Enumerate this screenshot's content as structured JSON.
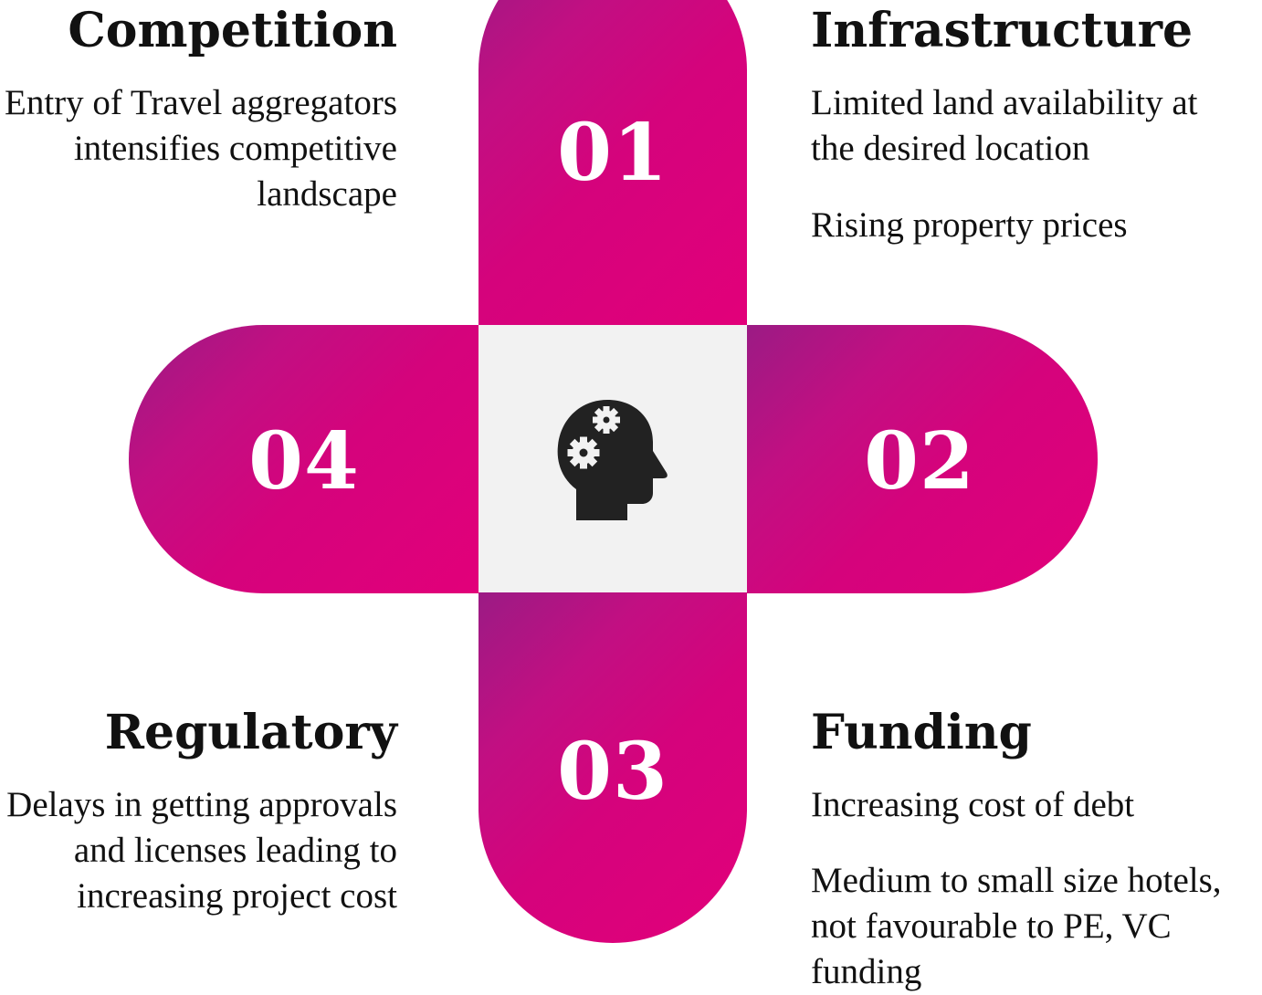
{
  "colors": {
    "accent_start": "#9b1b84",
    "accent_end": "#e2007a",
    "center_background": "#f2f2f2",
    "number_text": "#ffffff",
    "body_text": "#111111"
  },
  "center": {
    "icon": "head-with-gears-icon"
  },
  "segments": [
    {
      "number": "01",
      "position": "top"
    },
    {
      "number": "02",
      "position": "right"
    },
    {
      "number": "03",
      "position": "bottom"
    },
    {
      "number": "04",
      "position": "left"
    }
  ],
  "competition": {
    "title": "Competition",
    "description": "Entry of Travel aggregators intensifies competitive landscape"
  },
  "infrastructure": {
    "title": "Infrastructure",
    "points": [
      "Limited land availability at the desired location",
      "Rising property prices"
    ]
  },
  "regulatory": {
    "title": "Regulatory",
    "description": "Delays in getting approvals and licenses leading to increasing project cost"
  },
  "funding": {
    "title": "Funding",
    "points": [
      "Increasing cost of debt",
      "Medium to small size hotels,  not favourable to PE, VC funding"
    ]
  }
}
